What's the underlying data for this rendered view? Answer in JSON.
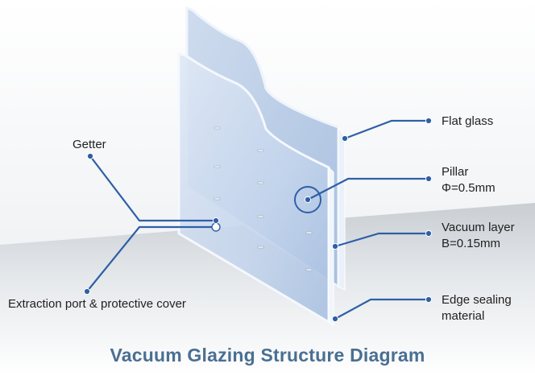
{
  "title": "Vacuum Glazing Structure Diagram",
  "labels": {
    "getter": "Getter",
    "extraction": "Extraction port & protective cover",
    "flat_glass": "Flat glass",
    "pillar_1": "Pillar",
    "pillar_2": "Φ=0.5mm",
    "vacuum_1": "Vacuum layer",
    "vacuum_2": "B=0.15mm",
    "edge_1": "Edge sealing",
    "edge_2": "material"
  },
  "colors": {
    "leader": "#2f5fa6",
    "title": "#4a6f92",
    "text": "#1f1f1f",
    "glass_edge": "#eaf2fb",
    "glass_fill": "#bcd0ea"
  }
}
